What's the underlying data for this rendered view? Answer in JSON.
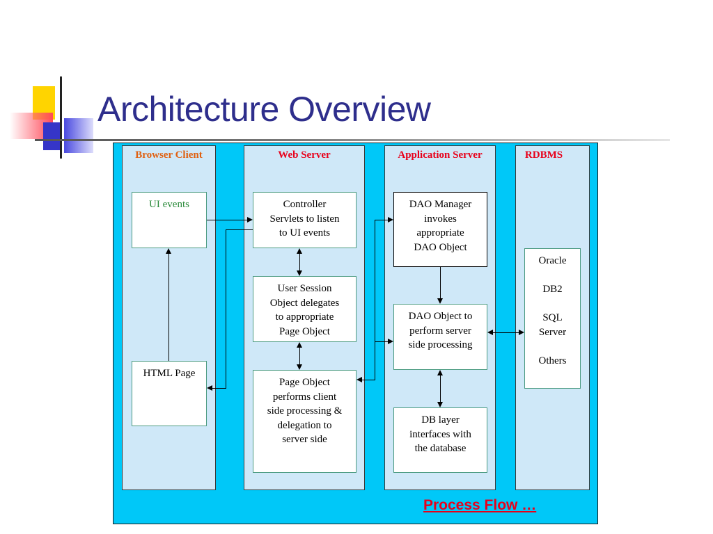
{
  "slide": {
    "title": "Architecture Overview"
  },
  "colors": {
    "title": "#2e2e8c",
    "outer_background": "#00c8f8",
    "column_background": "#cfe8f8",
    "browser_header": "#e06010",
    "other_header": "#e8001a",
    "ui_events_text": "#2a8a3a",
    "process_link": "#e8001a"
  },
  "columns": {
    "browser_client": {
      "label": "Browser Client",
      "ui_events": "UI events",
      "html_page": "HTML Page"
    },
    "web_server": {
      "label": "Web Server",
      "controller": [
        "Controller",
        "Servlets to listen",
        "to UI events"
      ],
      "user_session": [
        "User Session",
        "Object delegates",
        "to appropriate",
        "Page Object"
      ],
      "page_object": [
        "Page Object",
        "performs client",
        "side processing &",
        "delegation to",
        "server side"
      ]
    },
    "application_server": {
      "label": "Application Server",
      "dao_manager": [
        "DAO Manager",
        "invokes",
        "appropriate",
        "DAO Object"
      ],
      "dao_object": [
        "DAO Object to",
        "perform server",
        "side processing"
      ],
      "db_layer": [
        "DB layer",
        "interfaces with",
        "the database"
      ]
    },
    "rdbms": {
      "label": "RDBMS",
      "databases": [
        "Oracle",
        "",
        "DB2",
        "",
        "SQL",
        "Server",
        "",
        "Others"
      ]
    }
  },
  "footer": {
    "process_flow": "Process Flow …"
  }
}
